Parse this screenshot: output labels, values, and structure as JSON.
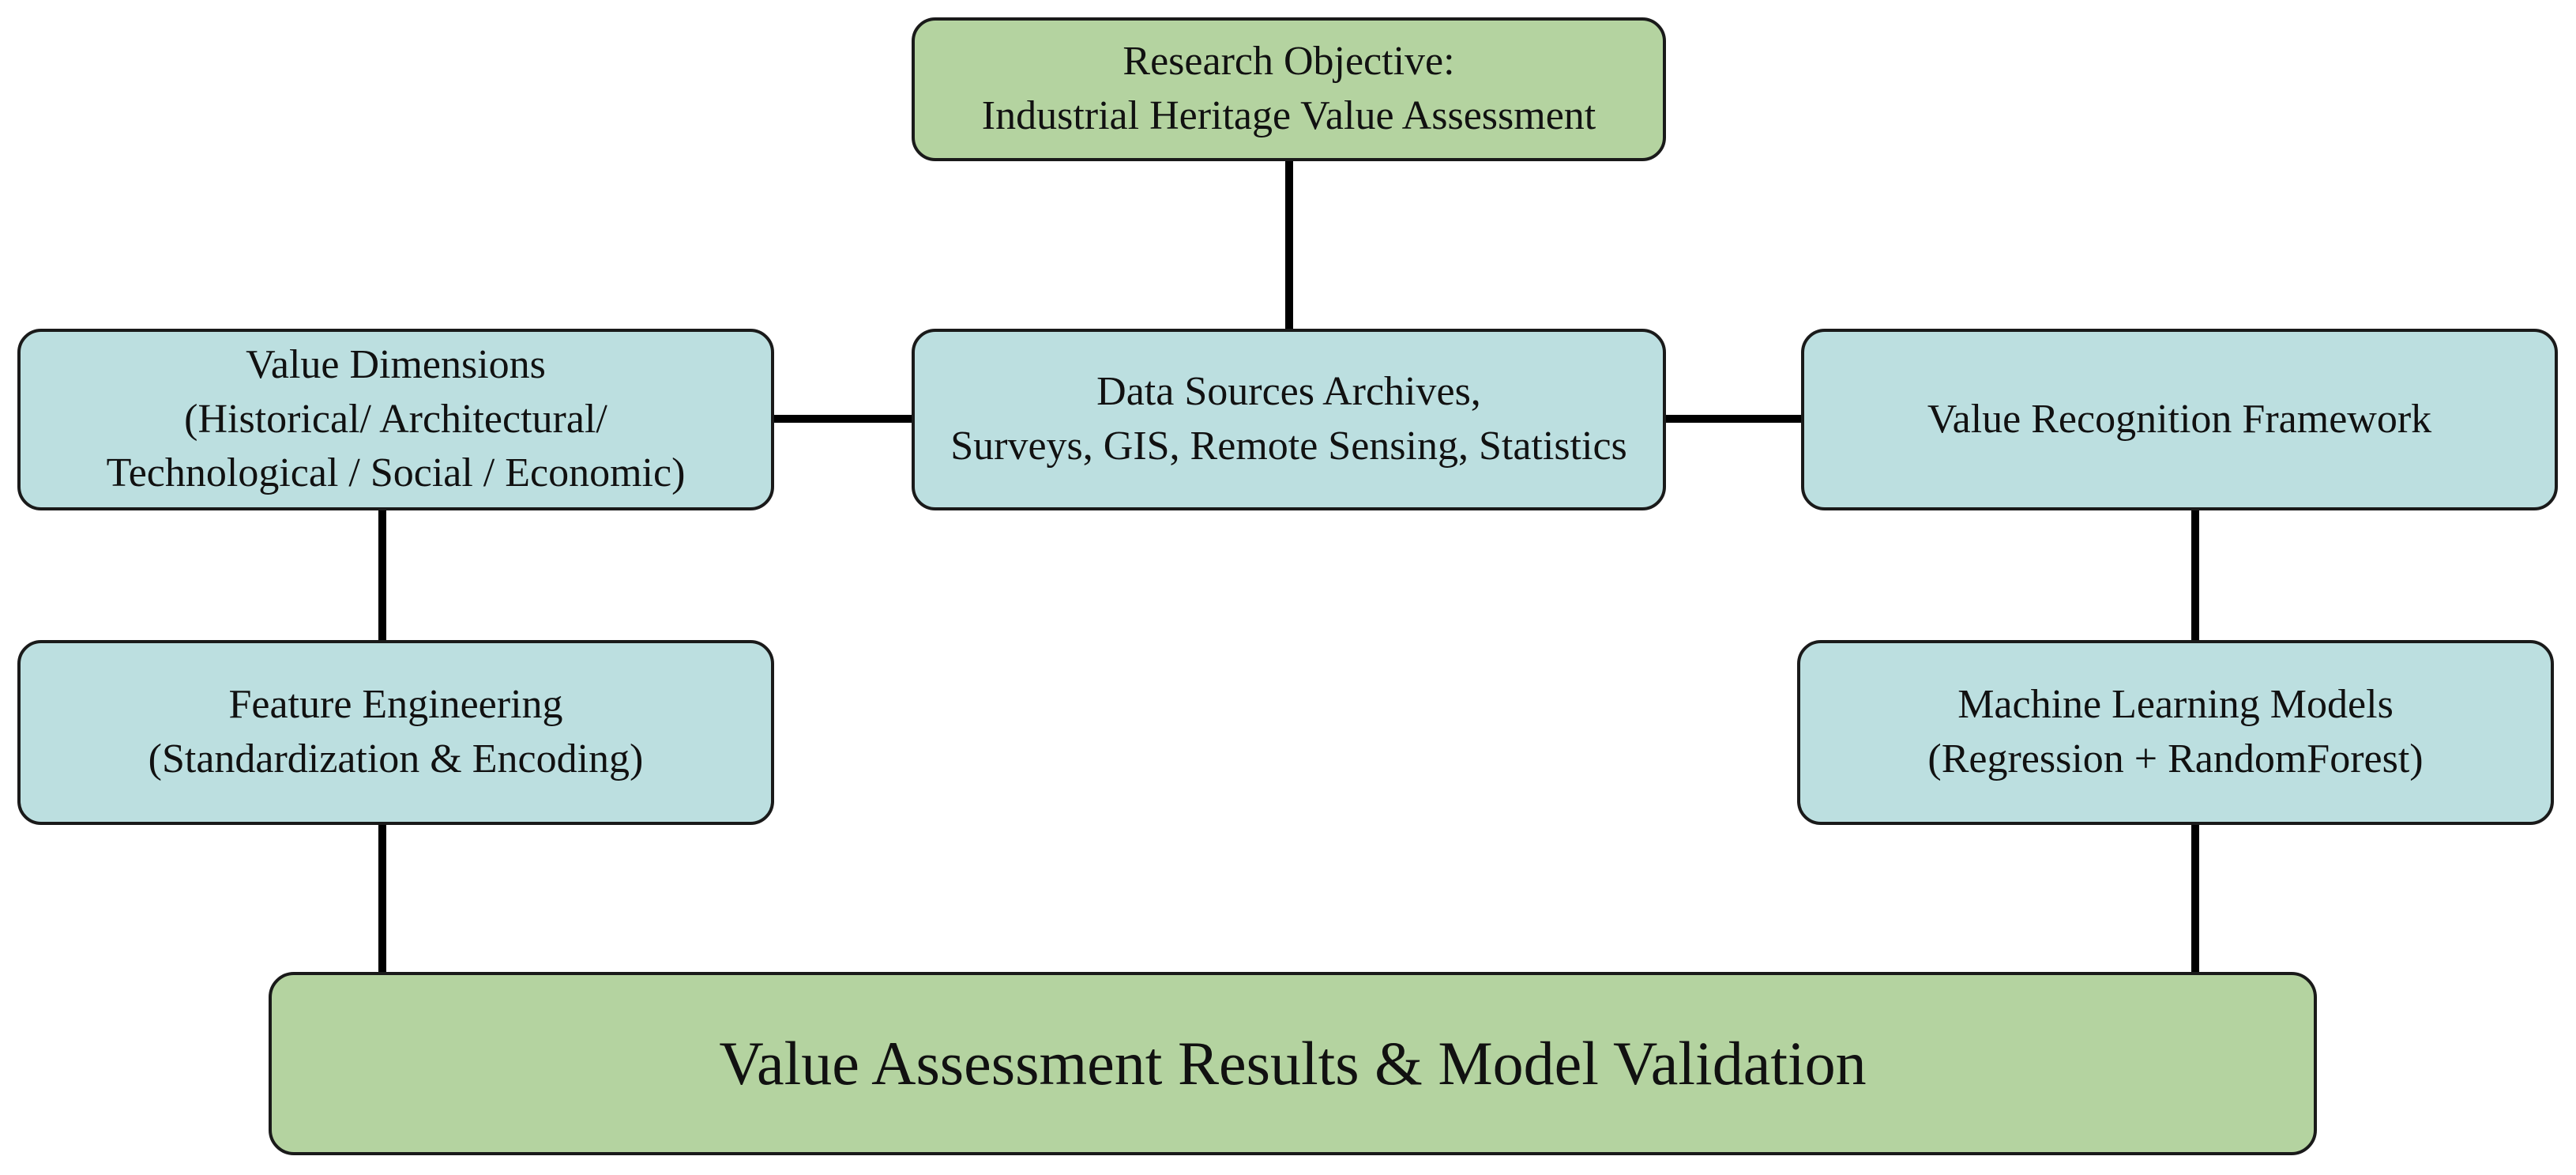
{
  "colors": {
    "green_fill": "#b4d3a0",
    "blue_fill": "#bcdfe0",
    "border": "#1a1a1a",
    "connector": "#000000"
  },
  "nodes": {
    "objective": {
      "line1": "Research Objective:",
      "line2": "Industrial Heritage Value Assessment"
    },
    "data_sources": {
      "line1": "Data Sources Archives,",
      "line2": "Surveys, GIS, Remote Sensing, Statistics"
    },
    "value_dimensions": {
      "line1": "Value Dimensions",
      "line2": "(Historical/ Architectural/",
      "line3": "Technological / Social / Economic)"
    },
    "value_recognition": {
      "line1": "Value Recognition Framework"
    },
    "feature_engineering": {
      "line1": "Feature Engineering",
      "line2": "(Standardization & Encoding)"
    },
    "ml_models": {
      "line1": "Machine Learning Models",
      "line2": "(Regression + RandomForest)"
    },
    "results": {
      "line1": "Value Assessment Results & Model Validation"
    }
  }
}
